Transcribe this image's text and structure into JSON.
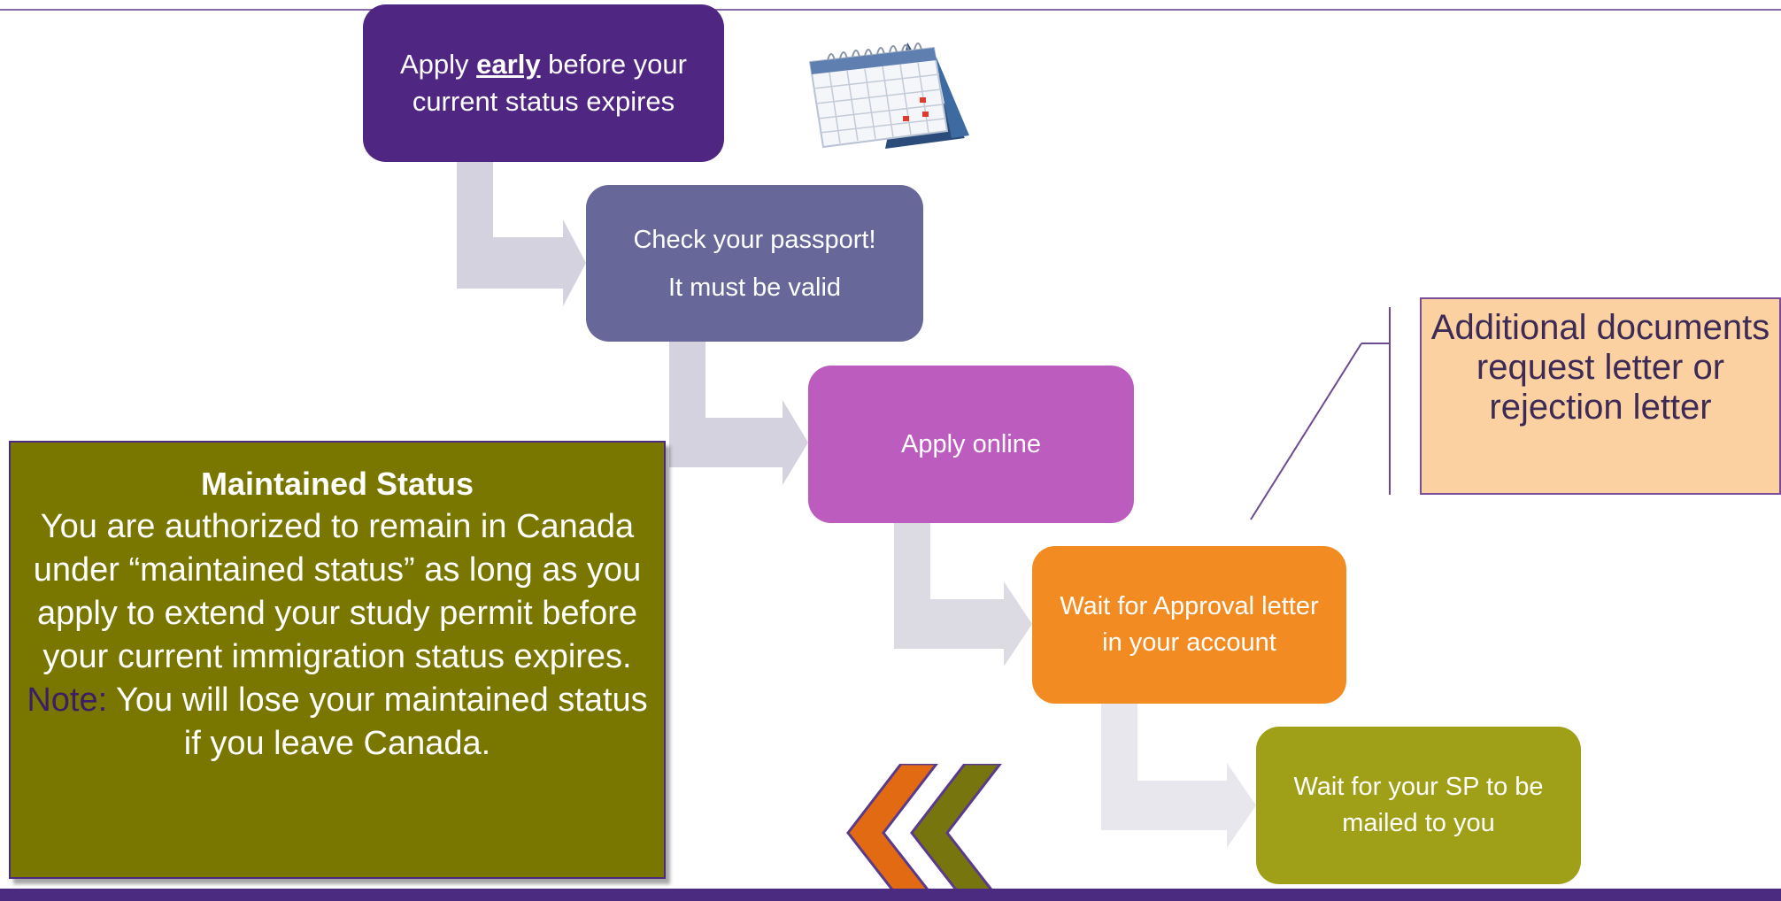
{
  "steps": [
    {
      "pre": "Apply ",
      "emphasis": "early",
      "post": " before your current status expires"
    },
    {
      "line1": "Check your passport!",
      "line2": "It must be valid"
    },
    {
      "text": "Apply online"
    },
    {
      "text": "Wait for Approval letter in your account"
    },
    {
      "text": "Wait for your SP to be mailed to you"
    }
  ],
  "callout": {
    "text": "Additional documents request letter or rejection letter"
  },
  "maintained_status": {
    "title": "Maintained Status",
    "body": "You are authorized to remain in Canada under “maintained status” as long as you apply to extend your study permit before your current immigration status expires.",
    "note": "Note:",
    "note_text": "You will lose your maintained status if you leave Canada."
  },
  "colors": {
    "step1": "#4f2682",
    "step2": "#676799",
    "step3": "#bb5cbe",
    "step4": "#f28c22",
    "step5": "#a0a018",
    "callout": "#fbd1a2",
    "maintained_box": "#7a7700",
    "brand_bar": "#4a2b80",
    "connector": "#d4d2de",
    "chevron_orange": "#e26a12",
    "chevron_olive": "#77760e"
  },
  "icons": {
    "calendar": "calendar-icon",
    "back": "double-chevron-left-icon"
  }
}
